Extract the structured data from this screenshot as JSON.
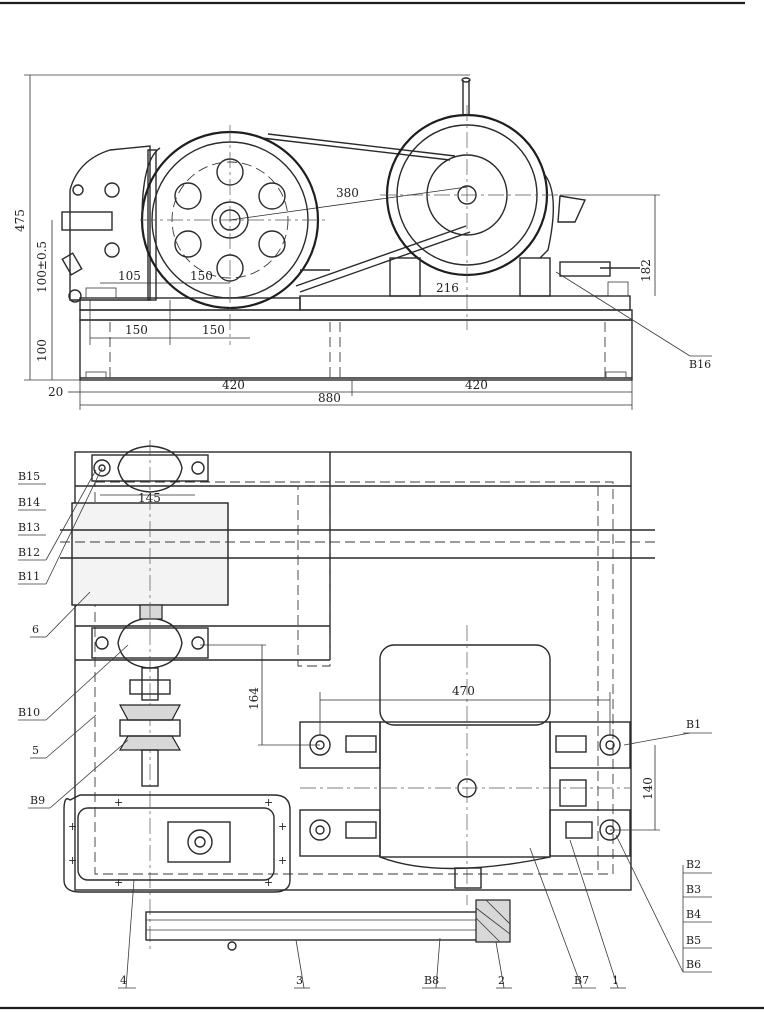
{
  "dimensions": {
    "d_475": "475",
    "d_100_05": "100±0.5",
    "d_100": "100",
    "d_20": "20",
    "d_105": "105",
    "d_150_a": "150",
    "d_150_b": "150",
    "d_150_c": "150",
    "d_380": "380",
    "d_216": "216",
    "d_182": "182",
    "d_420_a": "420",
    "d_420_b": "420",
    "d_880": "880",
    "d_145": "145",
    "d_470": "470",
    "d_164": "164",
    "d_140": "140"
  },
  "labels": {
    "B16": "B16",
    "B15": "B15",
    "B14": "B14",
    "B13": "B13",
    "B12": "B12",
    "B11": "B11",
    "n6": "6",
    "B10": "B10",
    "n5": "5",
    "B9": "B9",
    "B1": "B1",
    "B2": "B2",
    "B3": "B3",
    "B4": "B4",
    "B5": "B5",
    "B6": "B6",
    "n4": "4",
    "n3": "3",
    "B8": "B8",
    "n2": "2",
    "B7": "B7",
    "n1": "1"
  }
}
